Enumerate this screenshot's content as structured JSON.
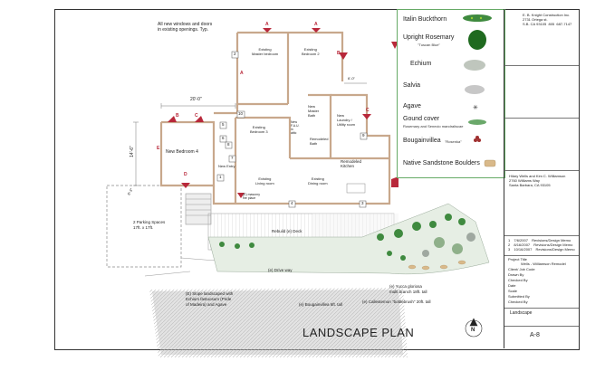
{
  "drawing": {
    "title": "LANDSCAPE PLAN",
    "north_label": "N",
    "general_note": "All new windows and doors\nin existing openings. Typ.",
    "rooms": {
      "existing_master_bedroom": "Existing\nMaster bedroom",
      "existing_bedroom_2": "Existing\nBedroom 2",
      "existing_bedroom_3": "Existing\nBedroom 3",
      "new_bedroom_4": "New Bedroom 4",
      "new_entry": "New Entry",
      "new_fau": "New\nF.A.U.\nin\nattic",
      "new_master_bath": "New\nMaster\nBath",
      "new_laundry": "New\nLaundry /\nUtility room",
      "remodeled_bath": "Remodeled\nBath",
      "remodeled_kitchen": "Remodeled\nKitchen",
      "existing_living_room": "Existing\nLiving room",
      "existing_dining_room": "Existing\nDining room",
      "masonry_fireplace": "(E) masonry\nfire place",
      "rebuild_deck": "Rebuild (e) Deck"
    },
    "dimensions": {
      "d_20_0": "20'-0\"",
      "d_14_6": "14'-6\"",
      "d_6_0": "6'-0\"",
      "d_6_3": "6'-3\""
    },
    "marker_letters": [
      "A",
      "A",
      "A",
      "B",
      "B",
      "C",
      "C",
      "C",
      "D",
      "E"
    ],
    "marker_numbers": [
      "1",
      "2",
      "3",
      "4",
      "5",
      "6",
      "7",
      "8",
      "9",
      "10"
    ],
    "site_labels": {
      "parking": "2 Parking Spaces\n17ft. x 17ft.",
      "driveway": "(e) Drive way",
      "slope": "(E) Slope landscaped with\nEchium fastuosum (Pride\nof Madeira) and Agave",
      "bougainvillea_note": "(e) Bougainvillea  6ft. tall",
      "yucca_note": "(e) Yucca gloriosa\nmulti branch 18ft. tall",
      "callestemon_note": "(e) Callestemon \"bottlebrush\" 20ft. tall"
    }
  },
  "legend": {
    "items": [
      {
        "label": "Italin Buckthorn",
        "sub": ""
      },
      {
        "label": "Upright Rosemary",
        "sub": "\"Tuscan Blue\""
      },
      {
        "label": "Echium",
        "sub": ""
      },
      {
        "label": "Salvia",
        "sub": ""
      },
      {
        "label": "Agave",
        "sub": ""
      },
      {
        "label": "Gound cover",
        "sub": "Rosemary and Senecio mandraliscae"
      },
      {
        "label": "Bougainvillea",
        "sub": "\"Rosenka\""
      },
      {
        "label": "Native Sandstone Boulders",
        "sub": ""
      }
    ]
  },
  "title_block": {
    "firm": "E. B. Knight Construction Inc.\n2731 Ortega st.\nS.B. CA 93105  805  687-7147",
    "client": "Hilary Wells and Kim C. Williamson\n2760 Williams Way\nSanta Barbara, CA 93105",
    "revisions": [
      {
        "num": "1",
        "date": "7/6/2007",
        "desc": "Revisions/Design Memo"
      },
      {
        "num": "2",
        "date": "8/16/2007",
        "desc": "Revisions/Design Memo"
      },
      {
        "num": "3",
        "date": "10/16/2007",
        "desc": "Revisions/Design Memo"
      }
    ],
    "fields": [
      "Project Title",
      "Wells - Williamson Remodel",
      "Client/ Job Code",
      "Drawn By",
      "Checked By",
      "Date",
      "Scale",
      "Submitted By",
      "Checked By"
    ],
    "sheet_title": "Landscape",
    "sheet_number": "A-8"
  },
  "colors": {
    "wall": "#c8a88c",
    "marker_red": "#b8283a",
    "marker_blue": "#3a4a9a",
    "plant_green": "#3f8a3f",
    "legend_border": "#66aa66",
    "slope_gray": "#b8b8b8"
  }
}
